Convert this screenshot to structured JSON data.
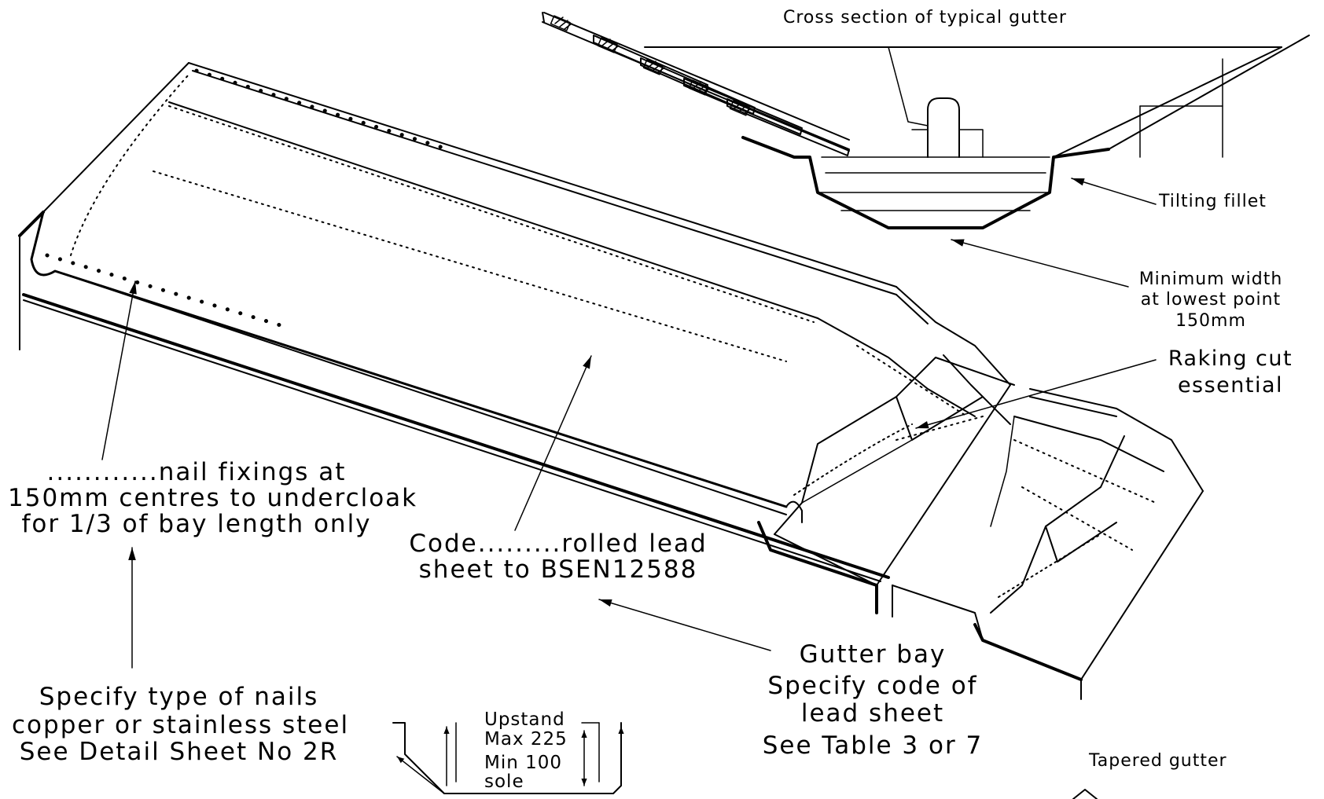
{
  "labels": {
    "cross_section_title": "Cross section of typical gutter",
    "tilting_fillet": "Tilting fillet",
    "min_width_line1": "Minimum width",
    "min_width_line2": "at lowest point",
    "min_width_line3": "150mm",
    "raking_cut_line1": "Raking cut",
    "raking_cut_line2": "essential",
    "nail_fixings_line1": "............nail fixings at",
    "nail_fixings_line2": "150mm centres to undercloak",
    "nail_fixings_line3": "for 1/3 of bay length only",
    "code_line1": "Code.........rolled lead",
    "code_line2": "sheet to BSEN12588",
    "gutter_bay_line1": "Gutter bay",
    "gutter_bay_line2": "Specify code of",
    "gutter_bay_line3": "lead sheet",
    "gutter_bay_line4": "See Table 3 or 7",
    "nails_line1": "Specify type of nails",
    "nails_line2": "copper or stainless steel",
    "nails_line3": "See Detail Sheet No 2R",
    "upstand": "Upstand",
    "max": "Max 225",
    "min": "Min 100",
    "sole": "sole",
    "tapered_gutter": "Tapered gutter"
  },
  "colors": {
    "ink": "#000000",
    "paper": "#ffffff"
  }
}
